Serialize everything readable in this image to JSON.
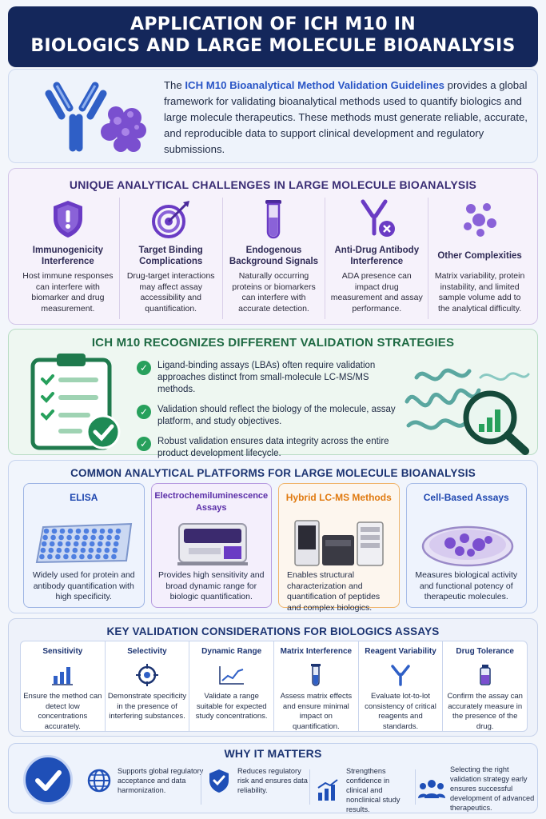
{
  "header": {
    "line1": "APPLICATION OF ICH M10 IN",
    "line2": "BIOLOGICS AND LARGE MOLECULE BIOANALYSIS"
  },
  "intro": {
    "prefix": "The ",
    "highlight": "ICH M10 Bioanalytical Method Validation Guidelines",
    "rest": " provides a global framework for validating bioanalytical methods used to quantify biologics and large molecule therapeutics. These methods must generate reliable, accurate, and reproducible data to support clinical development and regulatory submissions."
  },
  "challenges": {
    "title": "UNIQUE ANALYTICAL CHALLENGES IN LARGE MOLECULE BIOANALYSIS",
    "items": [
      {
        "icon": "shield-alert-icon",
        "title": "Immunogenicity Interference",
        "desc": "Host immune responses can interfere with biomarker and drug measurement."
      },
      {
        "icon": "target-icon",
        "title": "Target Binding Complications",
        "desc": "Drug-target interactions may affect assay accessibility and quantification."
      },
      {
        "icon": "test-tube-icon",
        "title": "Endogenous Background Signals",
        "desc": "Naturally occurring proteins or biomarkers can interfere with accurate detection."
      },
      {
        "icon": "antibody-block-icon",
        "title": "Anti-Drug Antibody Interference",
        "desc": "ADA presence can impact drug measurement and assay performance."
      },
      {
        "icon": "molecules-icon",
        "title": "Other Complexities",
        "desc": "Matrix variability, protein instability, and limited sample volume add to the analytical difficulty."
      }
    ]
  },
  "strategies": {
    "title": "ICH M10 RECOGNIZES DIFFERENT VALIDATION STRATEGIES",
    "items": [
      "Ligand-binding assays (LBAs) often require validation approaches distinct from small-molecule LC-MS/MS methods.",
      "Validation should reflect the biology of the molecule, assay platform, and study objectives.",
      "Robust validation ensures data integrity across the entire product development lifecycle."
    ]
  },
  "platforms": {
    "title": "COMMON ANALYTICAL PLATFORMS FOR LARGE MOLECULE BIOANALYSIS",
    "items": [
      {
        "title": "ELISA",
        "desc": "Widely used for protein and antibody quantification with high specificity."
      },
      {
        "title": "Electrochemiluminescence Assays",
        "desc": "Provides high sensitivity and broad dynamic range for biologic quantification."
      },
      {
        "title": "Hybrid LC-MS Methods",
        "desc": "Enables structural characterization and quantification of peptides and complex biologics."
      },
      {
        "title": "Cell-Based Assays",
        "desc": "Measures biological activity and functional potency of therapeutic molecules."
      }
    ]
  },
  "considerations": {
    "title": "KEY VALIDATION CONSIDERATIONS FOR BIOLOGICS ASSAYS",
    "items": [
      {
        "title": "Sensitivity",
        "desc": "Ensure the method can detect low concentrations accurately."
      },
      {
        "title": "Selectivity",
        "desc": "Demonstrate specificity in the presence of interfering substances."
      },
      {
        "title": "Dynamic Range",
        "desc": "Validate a range suitable for expected study concentrations."
      },
      {
        "title": "Matrix Interference",
        "desc": "Assess matrix effects and ensure minimal impact on quantification."
      },
      {
        "title": "Reagent Variability",
        "desc": "Evaluate lot-to-lot consistency of critical reagents and standards."
      },
      {
        "title": "Drug Tolerance",
        "desc": "Confirm the assay can accurately measure in the presence of the drug."
      }
    ]
  },
  "why": {
    "title": "WHY IT MATTERS",
    "items": [
      "Supports global regulatory acceptance and data harmonization.",
      "Reduces regulatory risk and ensures data reliability.",
      "Strengthens confidence in clinical and nonclinical study results.",
      "Selecting the right validation strategy early ensures successful development of advanced therapeutics."
    ]
  }
}
